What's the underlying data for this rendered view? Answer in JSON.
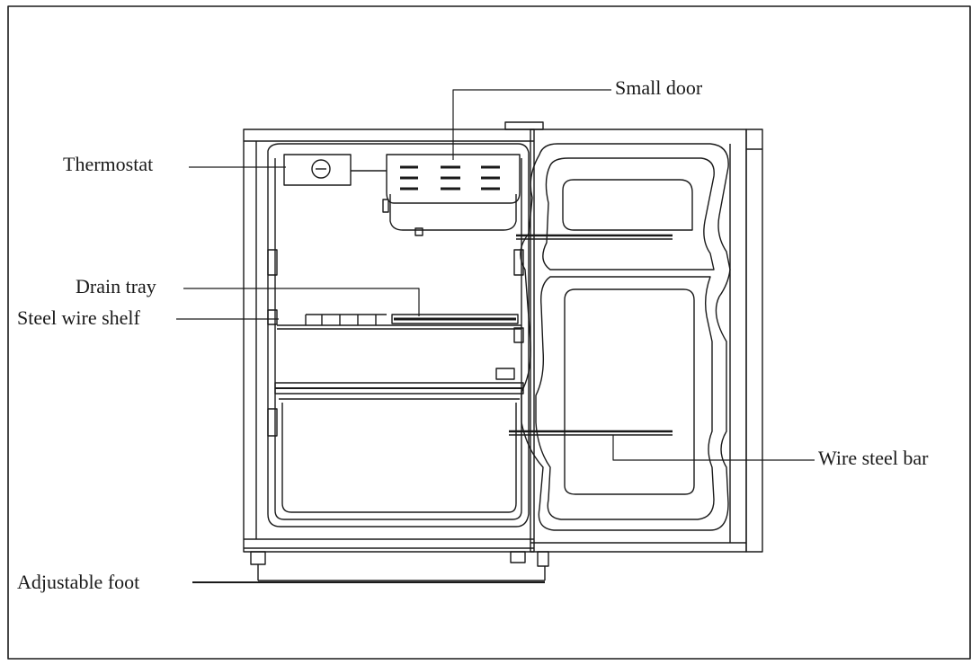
{
  "labels": {
    "small_door": "Small door",
    "thermostat": "Thermostat",
    "drain_tray": "Drain tray",
    "steel_wire_shelf": "Steel wire shelf",
    "wire_steel_bar": "Wire steel bar",
    "adjustable_foot": "Adjustable foot"
  },
  "colors": {
    "line": "#1a1a1a",
    "background": "#ffffff"
  }
}
